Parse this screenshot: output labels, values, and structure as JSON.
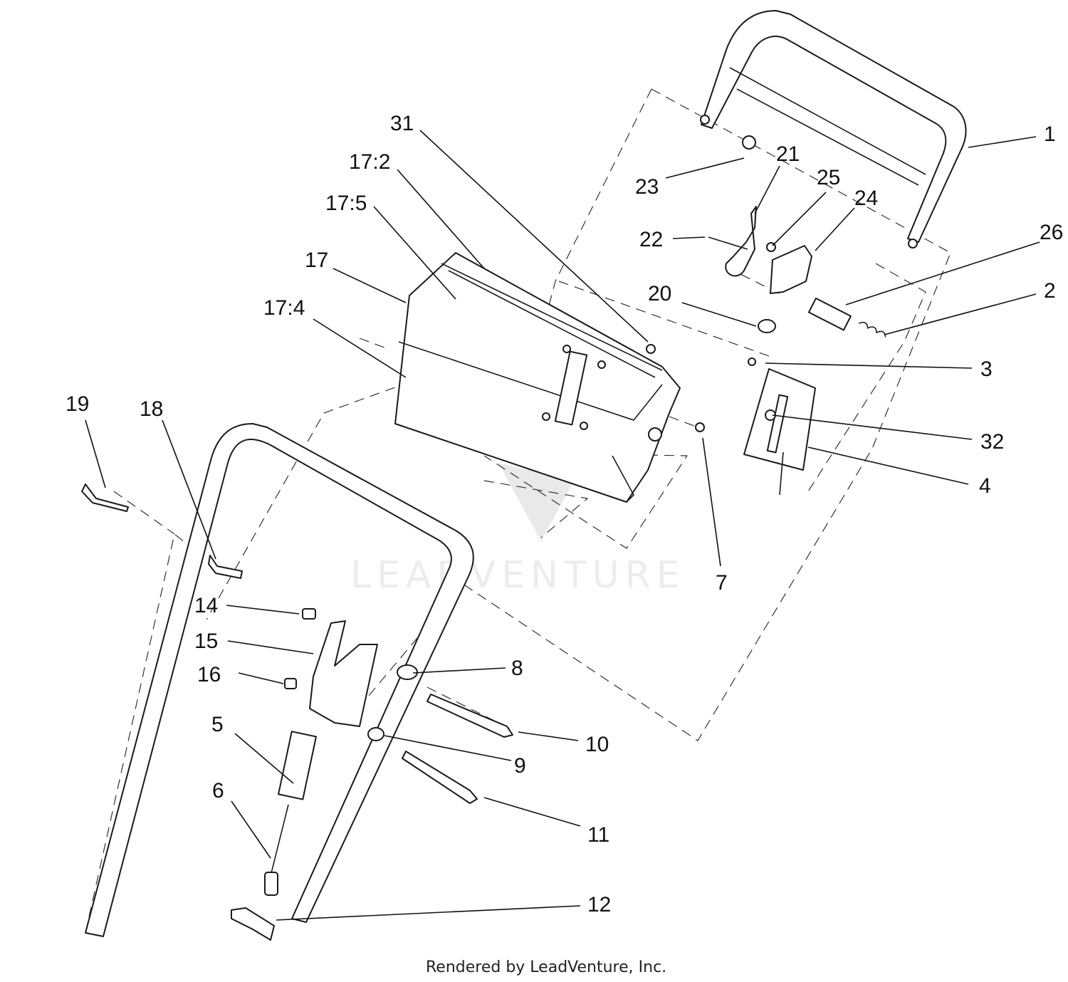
{
  "watermark": {
    "text": "LEADVENTURE"
  },
  "credit": "Rendered by LeadVenture, Inc.",
  "callouts": [
    {
      "id": "c1",
      "label": "1"
    },
    {
      "id": "c2",
      "label": "2"
    },
    {
      "id": "c3",
      "label": "3"
    },
    {
      "id": "c4",
      "label": "4"
    },
    {
      "id": "c5",
      "label": "5"
    },
    {
      "id": "c6",
      "label": "6"
    },
    {
      "id": "c7",
      "label": "7"
    },
    {
      "id": "c8",
      "label": "8"
    },
    {
      "id": "c9",
      "label": "9"
    },
    {
      "id": "c10",
      "label": "10"
    },
    {
      "id": "c11",
      "label": "11"
    },
    {
      "id": "c12",
      "label": "12"
    },
    {
      "id": "c14",
      "label": "14"
    },
    {
      "id": "c15",
      "label": "15"
    },
    {
      "id": "c16",
      "label": "16"
    },
    {
      "id": "c17",
      "label": "17"
    },
    {
      "id": "c17_2",
      "label": "17:2"
    },
    {
      "id": "c17_4",
      "label": "17:4"
    },
    {
      "id": "c17_5",
      "label": "17:5"
    },
    {
      "id": "c18",
      "label": "18"
    },
    {
      "id": "c19",
      "label": "19"
    },
    {
      "id": "c20",
      "label": "20"
    },
    {
      "id": "c21",
      "label": "21"
    },
    {
      "id": "c22",
      "label": "22"
    },
    {
      "id": "c23",
      "label": "23"
    },
    {
      "id": "c24",
      "label": "24"
    },
    {
      "id": "c25",
      "label": "25"
    },
    {
      "id": "c26",
      "label": "26"
    },
    {
      "id": "c31",
      "label": "31"
    },
    {
      "id": "c32",
      "label": "32"
    }
  ]
}
